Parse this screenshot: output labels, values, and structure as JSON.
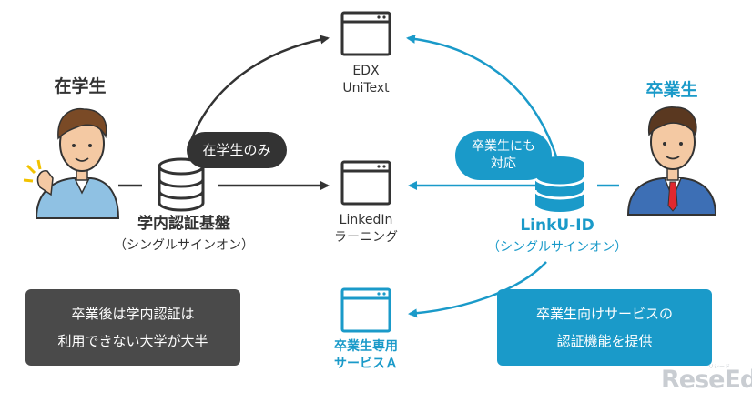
{
  "nodes": {
    "current_student": "在学生",
    "graduate": "卒業生",
    "campus_auth": {
      "line1": "学内認証基盤",
      "line2": "（シングルサインオン）"
    },
    "linku": {
      "line1": "LinkU-ID",
      "line2": "（シングルサインオン）"
    },
    "edx": {
      "line1": "EDX",
      "line2": "UniText"
    },
    "linkedin": {
      "line1": "LinkedIn",
      "line2": "ラーニング"
    },
    "grad_service": {
      "line1": "卒業生専用",
      "line2": "サービスＡ"
    }
  },
  "badges": {
    "students_only": "在学生のみ",
    "graduates_supported": {
      "line1": "卒業生にも",
      "line2": "対応"
    }
  },
  "notes": {
    "left": {
      "line1": "卒業後は学内認証は",
      "line2": "利用できない大学が大半"
    },
    "right": {
      "line1": "卒業生向けサービスの",
      "line2": "認証機能を提供"
    }
  },
  "logo": {
    "text": "ReseEd",
    "sub": "リシード"
  },
  "colors": {
    "dark": "#333333",
    "blue": "#1a9ac9",
    "note_dark": "#4a4a4a",
    "note_blue": "#1a9ac9"
  }
}
